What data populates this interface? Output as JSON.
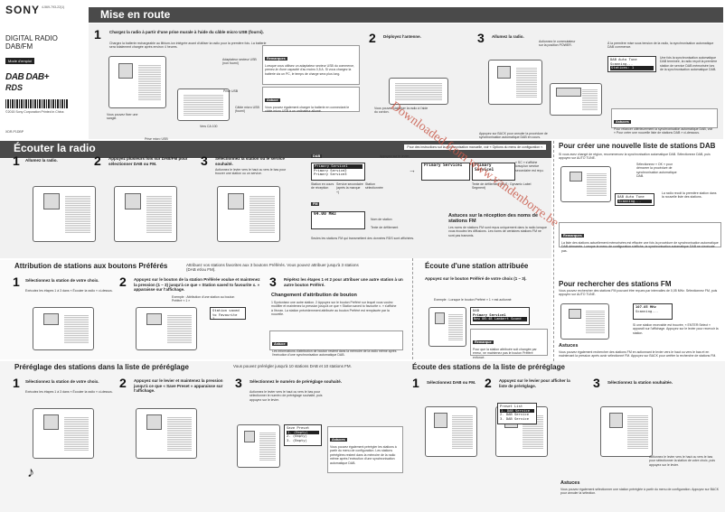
{
  "left": {
    "brand": "SONY",
    "doc_number": "4-569-793-22(1)",
    "product_title_1": "DIGITAL RADIO",
    "product_title_2": "DAB/FM",
    "lang_badge": "Mode d'emploi",
    "logo_dab": "DAB DAB+",
    "logo_rds": "RDS",
    "copyright": "©2015 Sony Corporation   Printed in China",
    "model": "XDR-P1DBP"
  },
  "setup": {
    "title": "Mise en route",
    "step1": "Chargez la radio à partir d'une prise murale à l'aide du câble micro USB (fourni).",
    "step1_note": "Chargez la batterie rechargeable au lithium-ion intégrée avant d'utiliser la radio pour la première fois. La batterie sera totalement chargée après environ 4 heures.",
    "step1_remarks_title": "Remarques",
    "step1_remarks": "Lorsque vous utilisez un adaptateur secteur USB du commerce, prenez-le d'une capacité d'au moins 0,5 A. Si vous chargez la batterie via un PC, le temps de charge sera plus long.",
    "step1_notes_title": "Astuce",
    "step1_notes": "Vous pouvez également charger la batterie en connectant le câble micro USB à un ordinateur allumé.",
    "label_adapter": "Adaptateur secteur USB (non fourni)",
    "label_usb": "Prise USB",
    "label_cable": "Câble micro USB (fourni)",
    "label_outlet": "Vers CA 100",
    "label_port": "Prise micro USB",
    "label_back": "Vous pouvez fixer une sangle.",
    "step2": "Déployez l'antenne.",
    "step2_note": "Vous pouvez stabiliser la radio à l'aide du cordon.",
    "step3": "Allumez la radio.",
    "step3_note": "Actionnez le commutateur sur la position POWER.",
    "step3_note2": "Appuyez sur BACK pour annuler la procédure de synchronisation automatique DAB en cours.",
    "step3_right": "À la première mise sous tension de la radio, la synchronisation automatique DAB commence.",
    "lcd_scan_1": "DAB Auto Tune",
    "lcd_scan_2": "Scanning...",
    "lcd_scan_3": "Stations: 1",
    "step3_right_note": "Une fois la synchronisation automatique DAB terminée, la radio reçoit la première station de service DAB mémorisée lors de la synchronisation automatique DAB.",
    "step3_tips_title": "Astuces",
    "step3_tips": "Pour relancer ultérieurement la synchronisation automatique DAB, voir « Pour créer une nouvelle liste de stations DAB » ci-dessous."
  },
  "listen": {
    "title": "Écouter la radio",
    "note": "Pour des instructions sur la synchronisation manuelle, voir « Options du menu de configuration ».",
    "step1": "Allumez la radio.",
    "step2": "Appuyez plusieurs fois sur DAB/FM pour sélectionner DAB ou FM.",
    "step3": "Sélectionnez la station ou le service souhaité.",
    "step3_note": "Actionnez le levier vers le haut ou vers le bas pour trouver une station ou un service.",
    "tab_dab": "DAB",
    "tab_fm": "FM",
    "lcd_dab_1": "Primary Service1",
    "lcd_dab_2": "Primary Service2",
    "lcd_dab_3": "Primary Service3",
    "lcd_dab_big": "Primary Service1",
    "lcd_fm_freq": "94.00 MHz",
    "dab_label_a": "Station en cours de réception",
    "dab_label_b": "Service secondaire (après la marque +)",
    "dab_label_c": "Station sélectionnée",
    "dab_label_d": "Appuyez sur le levier.",
    "dab_label_e": "« SC » s'affiche lorsqu'un service secondaire est reçu.",
    "dab_label_f": "Texte de défilement (DLS : Dynamic Label Segment)",
    "fm_label_a": "Nom de station",
    "fm_label_b": "Texte de défilement",
    "fm_note": "Seules les stations FM qui transmettent des données RDS sont affichées.",
    "fm_tips_title": "Astuces sur la réception des noms de stations FM",
    "fm_tips": "Les noms de stations FM sont reçus uniquement dans la radio lorsque vous écoutez les diffusions. Les noms de certaines stations FM ne sont pas transmis."
  },
  "create": {
    "title": "Pour créer une nouvelle liste de stations DAB",
    "intro": "Si vous avez changé de région, recommencez la synchronisation automatique DAB. Sélectionnez DAB, puis appuyez sur AUTO TUNE.",
    "lcd_1": "DAB Auto Tune",
    "lcd_2": "Scanning...",
    "note_right": "Sélectionnez « OK » pour démarrer la procédure de synchronisation automatique DAB.",
    "note_bottom": "La radio recoit la première station dans la nouvelle liste des stations.",
    "remarks_title": "Remarques",
    "remarks": "La liste des stations actuellement mémorisées est effacée une fois la procédure de synchronisation automatique DAB démarrée. Lorsque le menu de configuration s'affiche, la synchronisation automatique DAB ne s'exécute pas."
  },
  "search_fm": {
    "title": "Pour rechercher des stations FM",
    "intro": "Vous pouvez rechercher des stations FM pouvant être reçues par intervalles de 0,05 MHz. Sélectionnez FM, puis appuyez sur AUTO TUNE.",
    "lcd_freq": "107.05 MHz",
    "lcd_2": "Scanning...",
    "note": "Si une station recevable est trouvée, « ENTER:Select » apparaît sur l'affichage. Appuyez sur le levier pour recevoir la station.",
    "tips_title": "Astuces",
    "tips": "Vous pouvez également rechercher des stations FM en actionnant le levier vers le haut ou vers le bas et en maintenant la pression après avoir sélectionné FM. Appuyez sur BACK pour arrêter la recherche de stations FM."
  },
  "preset": {
    "title": "Attribution de stations aux boutons Préférés",
    "subtitle": "Attribuez vos stations favorites aux 3 boutons Préférés. Vous pouvez attribuer jusqu'à 3 stations (DAB et/ou FM).",
    "step1": "Sélectionnez la station de votre choix.",
    "step1_note": "Exécutez les étapes 1 à 3 dans « Écouter la radio » ci-dessus.",
    "step2": "Appuyez sur le bouton de la station Préférée voulue et maintenez la pression (1 – 3) jusqu'à ce que « Station saved to favourite x. » apparaisse sur l'affichage.",
    "step2_note": "Exemple : Attribution d'une station au bouton Préféré « 1 »",
    "lcd_saved_1": "Station saved",
    "lcd_saved_2": "to Favourite 1.",
    "step3": "Répétez les étapes 1 et 2 pour attribuer une autre station à un autre bouton Préféré.",
    "change_title": "Changement d'attribution de bouton",
    "change_text": "1 Syntonisez une autre station. 2 Appuyez sur le bouton Préféré sur lequel vous voulez modifier et maintenez la pression jusqu'à ce que « Station saved to favourite x. » s'affiche à l'écran. La station précédemment attribuée au bouton Préféré est remplacée par la nouvelle.",
    "tips_title": "Astuce",
    "tips": "Les informations d'attribution de bouton restent dans la mémoire de la radio même après l'exécution d'une synchronisation automatique DAB."
  },
  "fav_listen": {
    "title": "Écoute d'une station attribuée",
    "step": "Appuyez sur le bouton Préféré de votre choix (1 – 3).",
    "example": "Exemple : Lorsque le bouton Préféré « 1 » est actionné",
    "lcd_1": "DAB",
    "lcd_2": "Primary Service1",
    "lcd_3": "Now 08:48 Lambert Sound",
    "remark_title": "Remarque",
    "remark": "Pour que la station attribuée soit changée par erreur, ne maintenez pas le bouton Préféré enfoncé."
  },
  "plist": {
    "title": "Préréglage des stations dans la liste de préréglage",
    "subtitle": "Vous pouvez prérégler jusqu'à 10 stations DAB et 10 stations FM.",
    "step1": "Sélectionnez la station de votre choix.",
    "step1_note": "Exécutez les étapes 1 à 3 dans « Écouter la radio » ci-dessus.",
    "step2": "Appuyez sur le levier et maintenez la pression jusqu'à ce que « Save Preset » apparaisse sur l'affichage.",
    "step3": "Sélectionnez le numéro de préréglage souhaité.",
    "step3_note": "Actionnez le levier vers le haut ou vers le bas pour sélectionner le numéro de préréglage souhaité, puis appuyez sur le levier.",
    "lcd_head": "Save Preset",
    "lcd_r1": "1. (Empty)",
    "lcd_r2": "2. (Empty)",
    "lcd_r3": "3. (Empty)",
    "tips_title": "Astuces",
    "tips": "Vous pouvez également prérégler les stations à partir du menu de configuration. Les stations préréglées restent dans la mémoire de la radio même après l'exécution d'une synchronisation automatique DAB."
  },
  "plisten": {
    "title": "Écoute des stations de la liste de préréglage",
    "step1": "Sélectionnez DAB ou FM.",
    "step2": "Appuyez sur le levier pour afficher la liste de préréglage.",
    "step3": "Sélectionnez la station souhaitée.",
    "lcd_head": "Preset List",
    "lcd_r1": "1. DAB Service",
    "lcd_r2": "2. DAB Service",
    "lcd_r3": "3. DAB Service",
    "step3_note": "Actionnez le levier vers le haut ou vers le bas pour sélectionner la station de votre choix, puis appuyez sur le levier.",
    "tips_title": "Astuces",
    "tips": "Vous pouvez également sélectionner une station préréglée à partir du menu de configuration. Appuyez sur BACK pour annuler la sélection."
  },
  "watermark": "Downloaded from www.vandenborre.be"
}
